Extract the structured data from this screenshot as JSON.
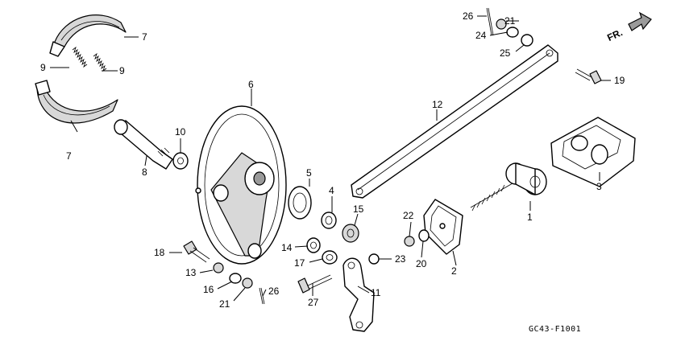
{
  "diagram": {
    "code": "GC43-F1001",
    "direction_label": "FR.",
    "labels": {
      "l1": "1",
      "l2": "2",
      "l3": "3",
      "l4": "4",
      "l5": "5",
      "l6": "6",
      "l7a": "7",
      "l7b": "7",
      "l8": "8",
      "l9a": "9",
      "l9b": "9",
      "l10": "10",
      "l11": "11",
      "l12": "12",
      "l13": "13",
      "l14": "14",
      "l15": "15",
      "l16": "16",
      "l17": "17",
      "l18": "18",
      "l19": "19",
      "l20": "20",
      "l21a": "21",
      "l21b": "21",
      "l22": "22",
      "l23": "23",
      "l24": "24",
      "l25": "25",
      "l26a": "26",
      "l26b": "26",
      "l27": "27"
    }
  }
}
